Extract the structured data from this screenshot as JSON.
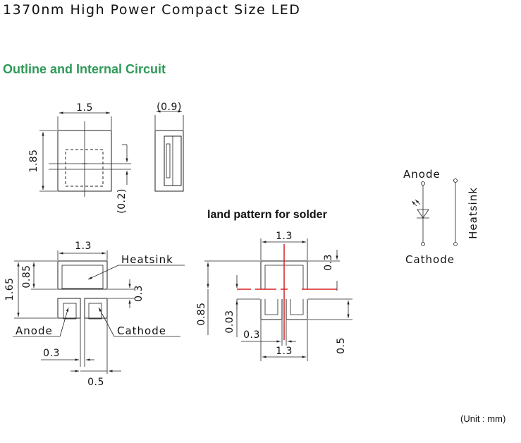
{
  "header": {
    "title": "1370nm High Power Compact Size LED",
    "section_title": "Outline and Internal Circuit",
    "unit_note": "(Unit : mm)"
  },
  "top_view": {
    "width": "1.5",
    "height": "1.85",
    "offset": "(0.2)"
  },
  "side_view": {
    "thickness": "(0.9)"
  },
  "bottom_view": {
    "width": "1.3",
    "total_height": "1.65",
    "pad_height": "0.85",
    "gap": "0.3",
    "heatsink_label": "Heatsink",
    "anode_label": "Anode",
    "cathode_label": "Cathode",
    "lead_gap": "0.3",
    "lead_pitch": "0.5"
  },
  "land_pattern": {
    "title": "land pattern for solder",
    "top_width": "1.3",
    "top_gap": "0.3",
    "height": "0.85",
    "split": "0.03",
    "lead_gap": "0.3",
    "bottom_width": "1.3",
    "lead_length": "0.5"
  },
  "circuit": {
    "anode": "Anode",
    "cathode": "Cathode",
    "heatsink": "Heatsink"
  }
}
